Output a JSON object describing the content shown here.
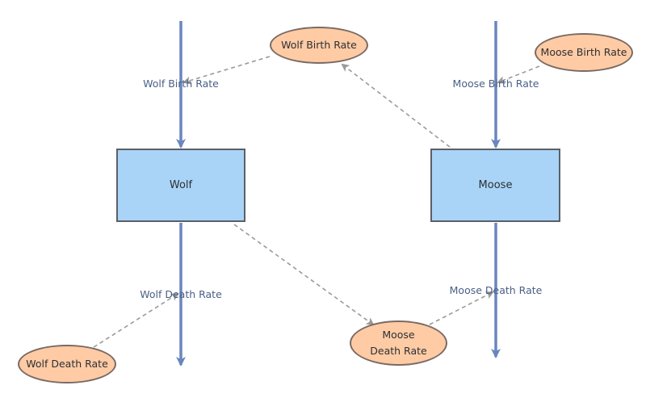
{
  "stocks": {
    "wolf": "Wolf",
    "moose": "Moose"
  },
  "flows": {
    "wolf_birth": "Wolf Birth Rate",
    "wolf_death": "Wolf Death Rate",
    "moose_birth": "Moose Birth Rate",
    "moose_death": "Moose Death Rate"
  },
  "converters": {
    "wolf_birth_rate": "Wolf Birth Rate",
    "wolf_death_rate": "Wolf Death Rate",
    "moose_birth_rate": "Moose Birth Rate",
    "moose_death_rate": "Moose Death Rate"
  },
  "colors": {
    "stock_fill": "#a9d4f7",
    "converter_fill": "#ffcba4",
    "flow_pipe": "#6a86bd",
    "link": "#9a9a9a",
    "label": "#4a5f86"
  }
}
